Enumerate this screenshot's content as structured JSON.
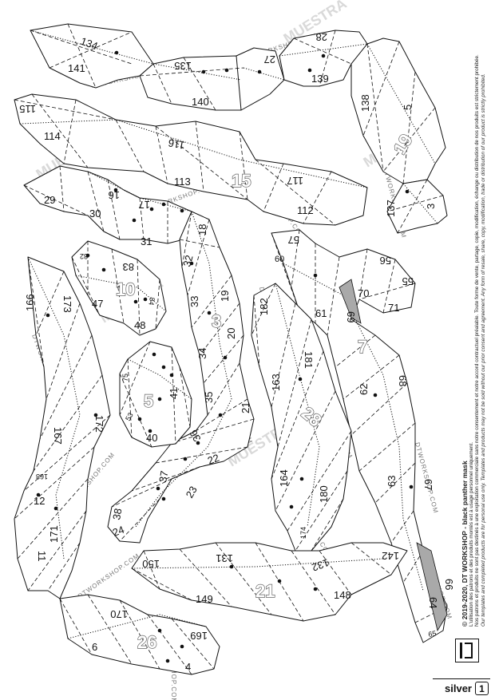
{
  "sheet": {
    "label": "silver",
    "number": "1"
  },
  "legal": {
    "title": "© 2019-2020, DT WORKSHOP - black panther mask",
    "line_fr_1": "L'utilisation des patrons et des produits montés est à usage personnel uniquement.",
    "line_fr_2": "Nos patrons et produits ne sont pas destinés à une exploitation commerciale sans notre consentement et notre accord contractuel préalable. Toute forme de vente, partage, copie, modification, échange ou distribution de nos produits est strictement prohibée.",
    "line_en": "Our templates and completed products are for personal use only. Templates and products may not be sold without our prior consent and agreement. Any form of resale, share, copy, modification, trade or distribution of our product is strictly prohibited."
  },
  "watermarks": {
    "brand": "MUESTRA",
    "site": "DTWORKSHOP.COM"
  },
  "groups": [
    {
      "id": "15",
      "label": "15"
    },
    {
      "id": "19",
      "label": "19"
    },
    {
      "id": "10",
      "label": "10"
    },
    {
      "id": "3",
      "label": "3"
    },
    {
      "id": "5",
      "label": "5"
    },
    {
      "id": "7",
      "label": "7"
    },
    {
      "id": "28",
      "label": "28"
    },
    {
      "id": "21",
      "label": "21"
    },
    {
      "id": "26",
      "label": "26"
    }
  ],
  "piece_numbers": [
    "134",
    "141",
    "135",
    "140",
    "27",
    "28",
    "139",
    "115",
    "114",
    "116",
    "113",
    "117",
    "112",
    "5",
    "138",
    "137",
    "3",
    "16",
    "29",
    "30",
    "17",
    "31",
    "18",
    "32",
    "33",
    "19",
    "20",
    "34",
    "35",
    "21",
    "36",
    "22",
    "37",
    "23",
    "38",
    "24",
    "82",
    "83",
    "84",
    "47",
    "48",
    "75",
    "41",
    "53",
    "40",
    "173",
    "166",
    "172",
    "167",
    "168",
    "12",
    "171",
    "11",
    "170",
    "6",
    "169",
    "4",
    "57",
    "60",
    "56",
    "55",
    "70",
    "71",
    "61",
    "69",
    "182",
    "181",
    "163",
    "62",
    "68",
    "63",
    "67",
    "164",
    "180",
    "174",
    "66",
    "64",
    "65",
    "150",
    "131",
    "132",
    "142",
    "149",
    "148"
  ]
}
